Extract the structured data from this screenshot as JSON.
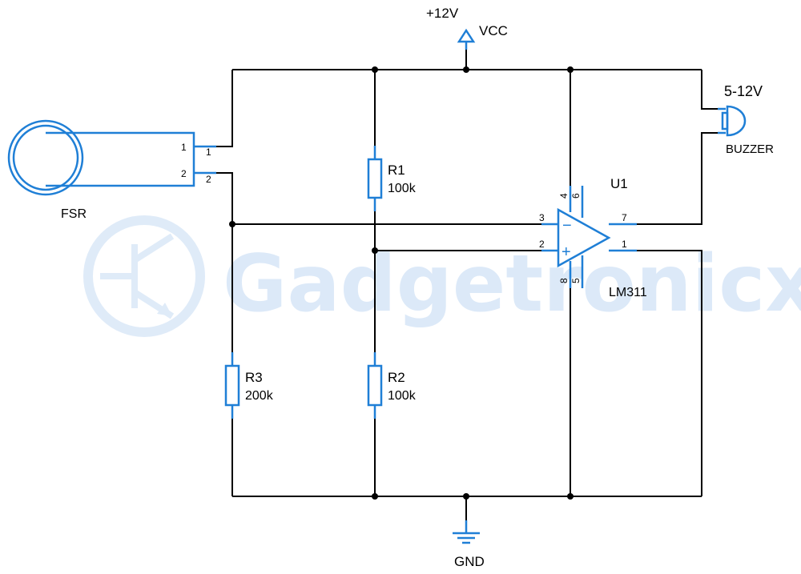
{
  "watermark": {
    "text": "Gadgetronicx"
  },
  "power": {
    "voltage": "+12V",
    "net": "VCC"
  },
  "ground": {
    "net": "GND"
  },
  "fsr": {
    "label": "FSR",
    "pin1": "1",
    "pin2": "2",
    "pin1_out": "1",
    "pin2_out": "2"
  },
  "r1": {
    "ref": "R1",
    "value": "100k"
  },
  "r2": {
    "ref": "R2",
    "value": "100k"
  },
  "r3": {
    "ref": "R3",
    "value": "200k"
  },
  "u1": {
    "ref": "U1",
    "part": "LM311",
    "pins": {
      "p4": "4",
      "p6": "6",
      "p3": "3",
      "p2": "2",
      "p7": "7",
      "p1": "1",
      "p8": "8",
      "p5": "5"
    },
    "minus": "−",
    "plus": "+"
  },
  "buzzer": {
    "voltage": "5-12V",
    "label": "BUZZER"
  }
}
